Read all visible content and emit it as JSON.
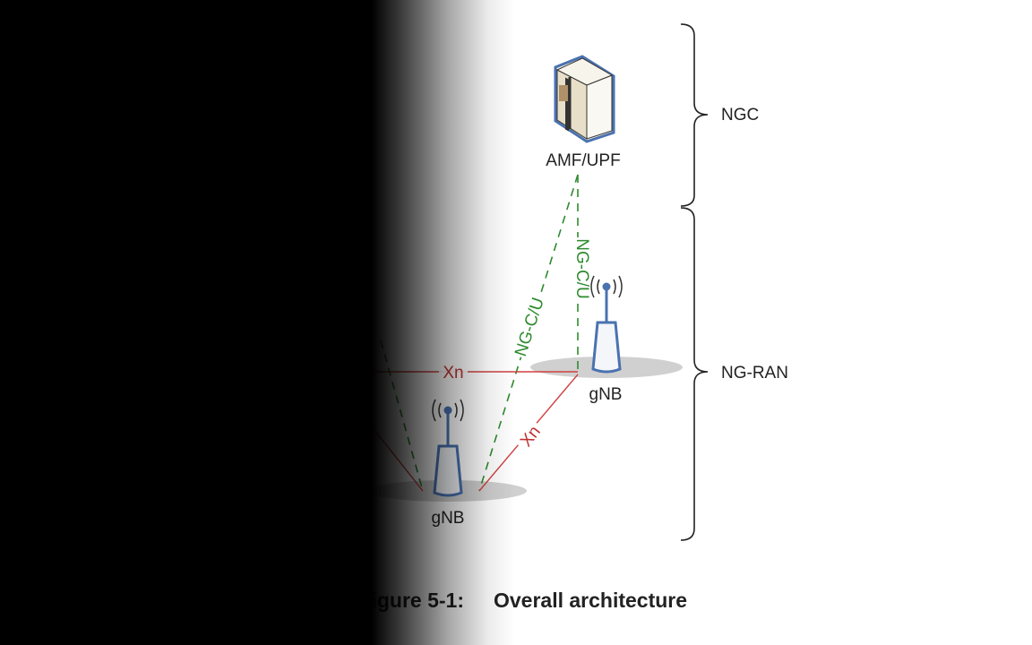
{
  "diagram": {
    "core_node": {
      "label": "AMF/UPF",
      "icon": "server-cabinet-icon"
    },
    "ran_nodes": [
      {
        "label": "gNB",
        "icon": "antenna-tower-icon"
      },
      {
        "label": "gNB",
        "icon": "antenna-tower-icon"
      }
    ],
    "interfaces": {
      "ng": "NG-C/U",
      "xn": "Xn"
    },
    "groups": {
      "core": "NGC",
      "ran": "NG-RAN"
    },
    "colors": {
      "ng": "#2e8b2e",
      "xn": "#d04040",
      "node": "#4a72b0"
    }
  },
  "caption": {
    "number": "Figure 5-1:",
    "title": "Overall architecture"
  }
}
